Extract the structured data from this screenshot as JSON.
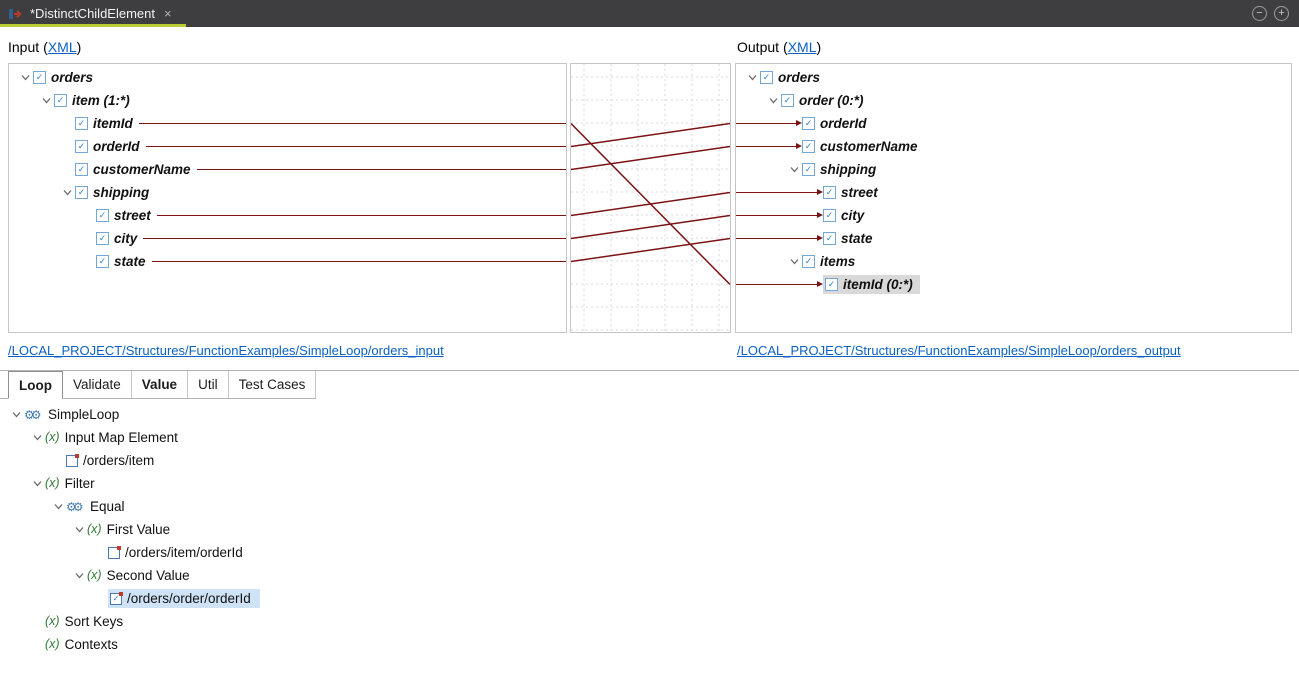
{
  "titlebar": {
    "tab_title": "*DistinctChildElement"
  },
  "icons": {
    "close": "×",
    "collapse": "−",
    "expand": "+",
    "check": "✓",
    "gear": "⚙",
    "fx": "(x)"
  },
  "colors": {
    "map_line": "#7b1214",
    "tab_underline": "#b9cc33",
    "link": "#0b61c4",
    "output_highlight": "#d9d9d9",
    "loop_highlight": "#cfe3f6",
    "titlebar_bg": "#3e3e40"
  },
  "mapping_header": {
    "input_label": "Input",
    "output_label": "Output",
    "paren_open": "(",
    "link_text": "XML",
    "paren_close": ")"
  },
  "input_tree": [
    {
      "label": "orders",
      "level": 0,
      "chevron": true,
      "icon": "element"
    },
    {
      "label": "item (1:*)",
      "level": 1,
      "chevron": true,
      "icon": "element"
    },
    {
      "label": "itemId",
      "level": 2,
      "icon": "element",
      "mapped": true
    },
    {
      "label": "orderId",
      "level": 2,
      "icon": "element",
      "mapped": true
    },
    {
      "label": "customerName",
      "level": 2,
      "icon": "element",
      "mapped": true
    },
    {
      "label": "shipping",
      "level": 2,
      "chevron": true,
      "icon": "element"
    },
    {
      "label": "street",
      "level": 3,
      "icon": "element",
      "mapped": true
    },
    {
      "label": "city",
      "level": 3,
      "icon": "element",
      "mapped": true
    },
    {
      "label": "state",
      "level": 3,
      "icon": "element",
      "mapped": true
    }
  ],
  "output_tree": [
    {
      "label": "orders",
      "level": 0,
      "chevron": true,
      "icon": "element"
    },
    {
      "label": "order (0:*)",
      "level": 1,
      "chevron": true,
      "icon": "element"
    },
    {
      "label": "orderId",
      "level": 2,
      "icon": "element",
      "mapped": true
    },
    {
      "label": "customerName",
      "level": 2,
      "icon": "element",
      "mapped": true
    },
    {
      "label": "shipping",
      "level": 2,
      "chevron": true,
      "icon": "element"
    },
    {
      "label": "street",
      "level": 3,
      "icon": "element",
      "mapped": true
    },
    {
      "label": "city",
      "level": 3,
      "icon": "element",
      "mapped": true
    },
    {
      "label": "state",
      "level": 3,
      "icon": "element",
      "mapped": true
    },
    {
      "label": "items",
      "level": 2,
      "chevron": true,
      "icon": "element"
    },
    {
      "label": "itemId (0:*)",
      "level": 3,
      "icon": "element",
      "mapped": true,
      "highlighted": true
    }
  ],
  "mappings": [
    {
      "from_row": 2,
      "to_row": 9
    },
    {
      "from_row": 3,
      "to_row": 2
    },
    {
      "from_row": 4,
      "to_row": 3
    },
    {
      "from_row": 6,
      "to_row": 5
    },
    {
      "from_row": 7,
      "to_row": 6
    },
    {
      "from_row": 8,
      "to_row": 7
    }
  ],
  "structure_links": {
    "input": "/LOCAL_PROJECT/Structures/FunctionExamples/SimpleLoop/orders_input",
    "output": "/LOCAL_PROJECT/Structures/FunctionExamples/SimpleLoop/orders_output"
  },
  "tabs": [
    {
      "label": "Loop",
      "active": true,
      "bold": true
    },
    {
      "label": "Validate",
      "active": false,
      "bold": false
    },
    {
      "label": "Value",
      "active": false,
      "bold": true
    },
    {
      "label": "Util",
      "active": false,
      "bold": false
    },
    {
      "label": "Test Cases",
      "active": false,
      "bold": false
    }
  ],
  "loop_tree": [
    {
      "label": "SimpleLoop",
      "level": 0,
      "chevron": true,
      "icon": "gears"
    },
    {
      "label": "Input Map Element",
      "level": 1,
      "chevron": true,
      "icon": "fx"
    },
    {
      "label": "/orders/item",
      "level": 2,
      "icon": "xpath"
    },
    {
      "label": "Filter",
      "level": 1,
      "chevron": true,
      "icon": "fx"
    },
    {
      "label": "Equal",
      "level": 2,
      "chevron": true,
      "icon": "gears"
    },
    {
      "label": "First Value",
      "level": 3,
      "chevron": true,
      "icon": "fx"
    },
    {
      "label": "/orders/item/orderId",
      "level": 4,
      "icon": "xpath"
    },
    {
      "label": "Second Value",
      "level": 3,
      "chevron": true,
      "icon": "fx"
    },
    {
      "label": "/orders/order/orderId",
      "level": 4,
      "icon": "xpath-check",
      "highlighted": true
    },
    {
      "label": "Sort Keys",
      "level": 1,
      "icon": "fx"
    },
    {
      "label": "Contexts",
      "level": 1,
      "icon": "fx"
    }
  ]
}
